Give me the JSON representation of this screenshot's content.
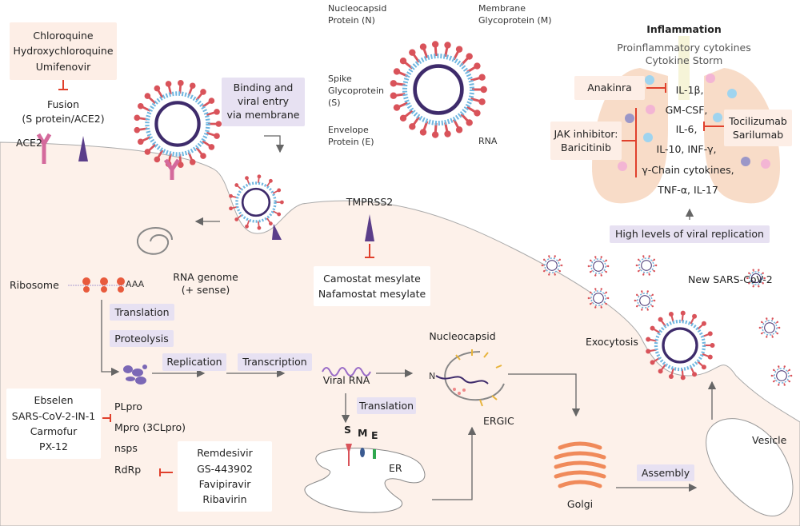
{
  "colors": {
    "cell": "#fdf1ea",
    "drug_box": "#fdeee6",
    "process_box": "#e7e1f2",
    "inhibit": "#e0402c",
    "spike": "#d9535a",
    "envelope": "#3e2b6b",
    "lung": "#f8dcc8"
  },
  "entry": {
    "drugs": [
      "Chloroquine",
      "Hydroxychloroquine",
      "Umifenovir"
    ],
    "fusion": "Fusion",
    "fusion_sub": "(S protein/ACE2)",
    "ace2": "ACE2",
    "binding": [
      "Binding and",
      "viral entry",
      "via membrane"
    ],
    "rna_genome": [
      "RNA genome",
      "(+ sense)"
    ]
  },
  "virion": {
    "nucleocapsid": [
      "Nucleocapsid",
      "Protein (N)"
    ],
    "membrane": [
      "Membrane",
      "Glycoprotein (M)"
    ],
    "spike": [
      "Spike",
      "Glycoprotein",
      "(S)"
    ],
    "envelope": [
      "Envelope",
      "Protein (E)"
    ],
    "rna": "RNA"
  },
  "tmprss2": {
    "label": "TMPRSS2",
    "drugs": [
      "Camostat mesylate",
      "Nafamostat mesylate"
    ]
  },
  "replication": {
    "ribosome": "Ribosome",
    "aaa": "AAA",
    "translation": "Translation",
    "proteolysis": "Proteolysis",
    "replication": "Replication",
    "transcription": "Transcription",
    "viral_rna": "Viral RNA",
    "translation2": "Translation",
    "protease_drugs": [
      "Ebselen",
      "SARS-CoV-2-IN-1",
      "Carmofur",
      "PX-12"
    ],
    "targets": [
      "PLpro",
      "Mpro (3CLpro)",
      "nsps",
      "RdRp"
    ],
    "rdrp_drugs": [
      "Remdesivir",
      "GS-443902",
      "Favipiravir",
      "Ribavirin"
    ]
  },
  "assembly": {
    "s": "S",
    "m": "M",
    "e": "E",
    "er": "ER",
    "nucleocapsid": "Nucleocapsid",
    "n": "N",
    "ergic": "ERGIC",
    "golgi": "Golgi",
    "assembly": "Assembly",
    "vesicle": "Vesicle",
    "exocytosis": "Exocytosis",
    "new_virus": "New SARS-CoV-2"
  },
  "inflammation": {
    "title": "Inflammation",
    "subtitle": [
      "Proinflammatory cytokines",
      "Cytokine Storm"
    ],
    "anakinra": "Anakinra",
    "jak": [
      "JAK inhibitor:",
      "Baricitinib"
    ],
    "toci": [
      "Tocilizumab",
      "Sarilumab"
    ],
    "cytokines": [
      "IL-1β,",
      "GM-CSF,",
      "IL-6,",
      "IL-10, INF-γ,",
      "γ-Chain cytokines,",
      "TNF-α, IL-17"
    ],
    "trigger": "High levels of viral replication"
  }
}
